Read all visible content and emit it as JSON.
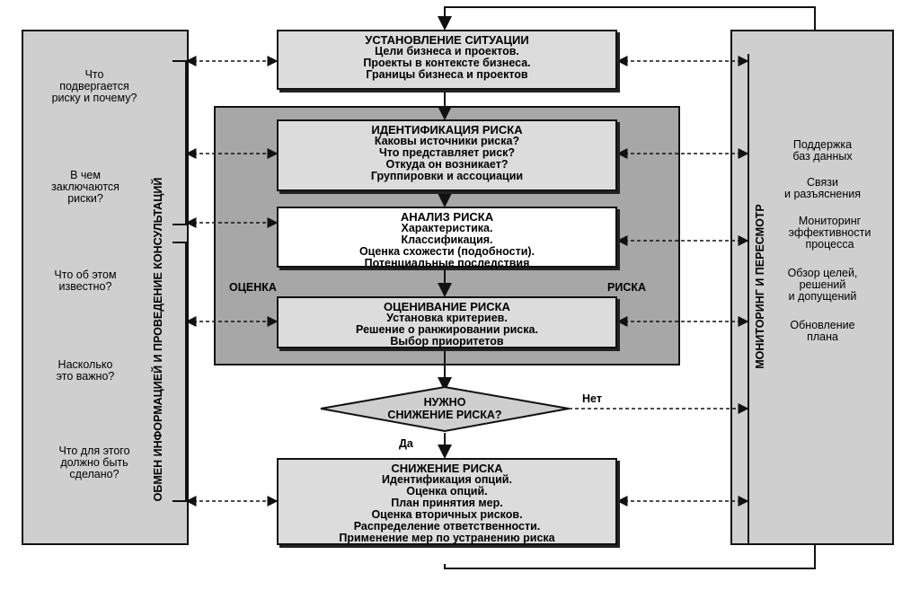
{
  "left_panel": {
    "vertical_label": "ОБМЕН ИНФОРМАЦИЕЙ И ПРОВЕДЕНИЕ КОНСУЛЬТАЦИЙ",
    "questions": [
      [
        "Что",
        "подвергается",
        "риску и почему?"
      ],
      [
        "В чем",
        "заключаются",
        "риски?"
      ],
      [
        "Что об этом",
        "известно?"
      ],
      [
        "Насколько",
        "это важно?"
      ],
      [
        "Что для этого",
        "должно быть",
        "сделано?"
      ]
    ]
  },
  "right_panel": {
    "vertical_label": "МОНИТОРИНГ И ПЕРЕСМОТР",
    "items": [
      [
        "Поддержка",
        "баз данных"
      ],
      [
        "Связи",
        "и разъяснения"
      ],
      [
        "Мониторинг",
        "эффективности",
        "процесса"
      ],
      [
        "Обзор целей,",
        "решений",
        "и допущений"
      ],
      [
        "Обновление",
        "плана"
      ]
    ]
  },
  "boxes": {
    "context": {
      "title": "УСТАНОВЛЕНИЕ СИТУАЦИИ",
      "lines": [
        "Цели бизнеса и проектов.",
        "Проекты в контексте бизнеса.",
        "Границы бизнеса и проектов"
      ]
    },
    "identification": {
      "title": "ИДЕНТИФИКАЦИЯ РИСКА",
      "lines": [
        "Каковы источники риска?",
        "Что представляет риск?",
        "Откуда он возникает?",
        "Группировки и ассоциации"
      ]
    },
    "analysis": {
      "title": "АНАЛИЗ РИСКА",
      "lines": [
        "Характеристика.",
        "Классификация.",
        "Оценка схожести (подобности).",
        "Потенциальные последствия"
      ]
    },
    "evaluation": {
      "title": "ОЦЕНИВАНИЕ РИСКА",
      "lines": [
        "Установка критериев.",
        "Решение о ранжировании риска.",
        "Выбор приоритетов"
      ]
    },
    "mitigation": {
      "title": "СНИЖЕНИЕ РИСКА",
      "lines": [
        "Идентификация опций.",
        "Оценка опций.",
        "План принятия мер.",
        "Оценка вторичных рисков.",
        "Распределение ответственности.",
        "Применение мер по устранению риска"
      ]
    }
  },
  "assessment_labels": {
    "left": "ОЦЕНКА",
    "right": "РИСКА"
  },
  "decision": {
    "lines": [
      "НУЖНО",
      "СНИЖЕНИЕ РИСКА?"
    ],
    "yes": "Да",
    "no": "Нет"
  }
}
